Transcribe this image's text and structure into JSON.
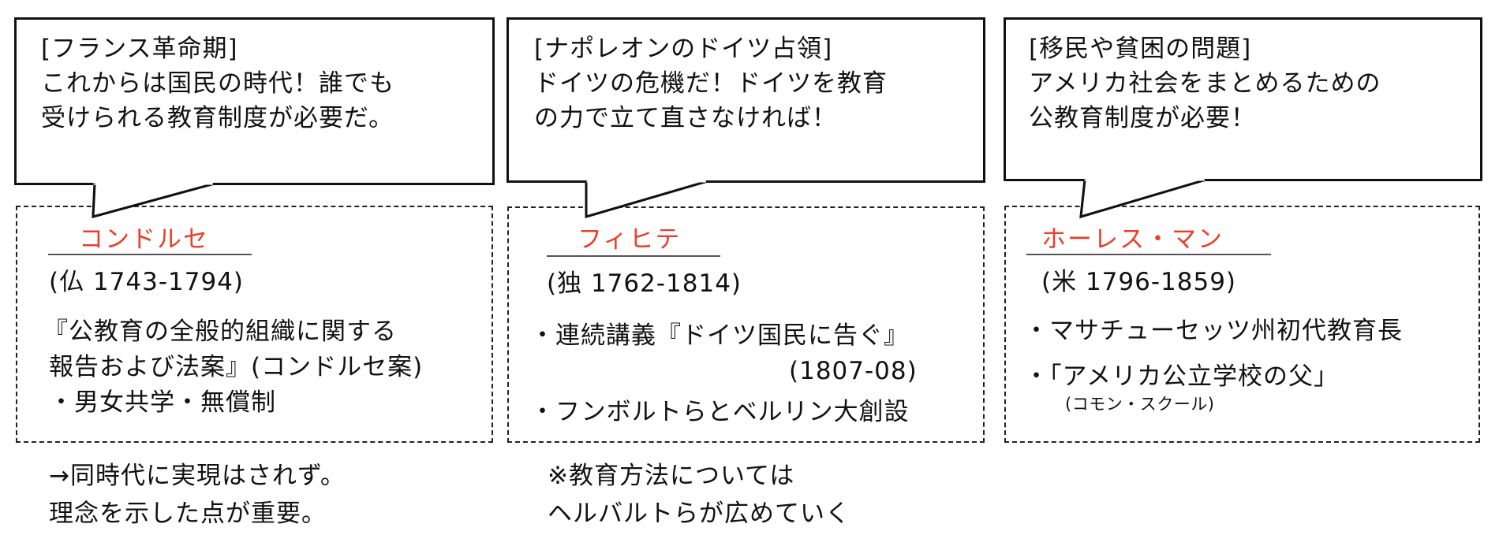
{
  "colors": {
    "name_red": "#e8402a",
    "text": "#111111",
    "border": "#111111"
  },
  "columns": [
    {
      "bubble": {
        "heading": "[フランス革命期]",
        "lines": [
          "これからは国民の時代！誰でも",
          "受けられる教育制度が必要だ。"
        ]
      },
      "person": {
        "name": "コンドルセ",
        "dates": "(仏 1743-1794)"
      },
      "items": [
        "『公教育の全般的組織に関する",
        "報告および法案』(コンドルセ案)",
        "・男女共学・無償制"
      ],
      "note": [
        "→同時代に実現はされず。",
        "理念を示した点が重要。"
      ]
    },
    {
      "bubble": {
        "heading": "[ナポレオンのドイツ占領]",
        "lines": [
          "ドイツの危機だ！ドイツを教育",
          "の力で立て直さなければ！"
        ]
      },
      "person": {
        "name": "フィヒテ",
        "dates": "(独 1762-1814)"
      },
      "items": [
        "・連続講義『ドイツ国民に告ぐ』",
        "(1807-08)",
        "・フンボルトらとベルリン大創設"
      ],
      "note": [
        "※教育方法については",
        "ヘルバルトらが広めていく"
      ]
    },
    {
      "bubble": {
        "heading": "[移民や貧困の問題]",
        "lines": [
          "アメリカ社会をまとめるための",
          "公教育制度が必要！"
        ]
      },
      "person": {
        "name": "ホーレス・マン",
        "dates": "(米 1796-1859)"
      },
      "items": [
        "・マサチューセッツ州初代教育長",
        "・「アメリカ公立学校の父」",
        "(コモン・スクール)"
      ],
      "note": []
    }
  ]
}
